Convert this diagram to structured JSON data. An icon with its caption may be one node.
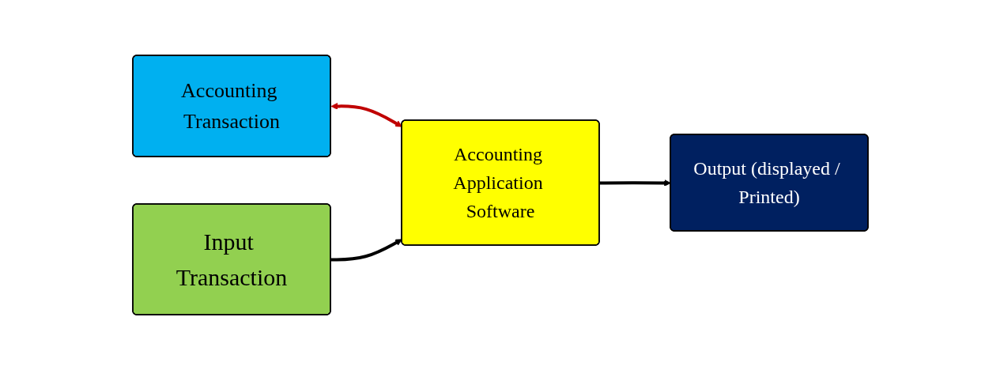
{
  "diagram": {
    "nodes": [
      {
        "text": [
          "Accounting Transaction"
        ]
      },
      {
        "text": [
          "Input Transaction"
        ]
      },
      {
        "text": [
          "Accounting Application Software"
        ]
      },
      {
        "text": [
          "Output (displayed / Printed)"
        ]
      }
    ],
    "edges": [
      {
        "from": 0,
        "to": 2,
        "arrow": "both",
        "color": "#c00000"
      },
      {
        "from": 1,
        "to": 2,
        "arrow": "to"
      },
      {
        "from": 2,
        "to": 3,
        "arrow": "to"
      }
    ]
  }
}
